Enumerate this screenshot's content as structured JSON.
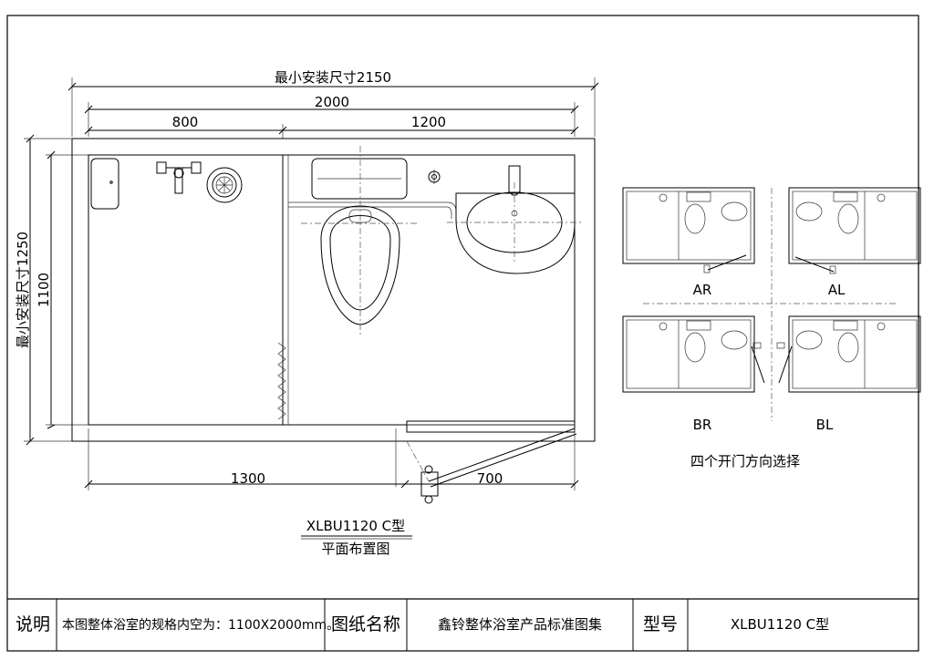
{
  "dimensions": {
    "min_install_width": "最小安装尺寸2150",
    "inner_width": "2000",
    "left_section": "800",
    "right_section": "1200",
    "bottom_left": "1300",
    "bottom_right": "700",
    "min_install_height": "最小安装尺寸1250",
    "inner_height": "1100"
  },
  "drawing_title": {
    "model": "XLBU1120 C型",
    "name": "平面布置图"
  },
  "door_options": {
    "labels": [
      "AR",
      "AL",
      "BR",
      "BL"
    ],
    "caption": "四个开门方向选择"
  },
  "title_block": {
    "note_label": "说明",
    "note_text": "本图整体浴室的规格内空为：1100X2000mm。",
    "drawing_name_label": "图纸名称",
    "drawing_name": "鑫铃整体浴室产品标准图集",
    "model_label": "型号",
    "model_value": "XLBU1120 C型"
  }
}
